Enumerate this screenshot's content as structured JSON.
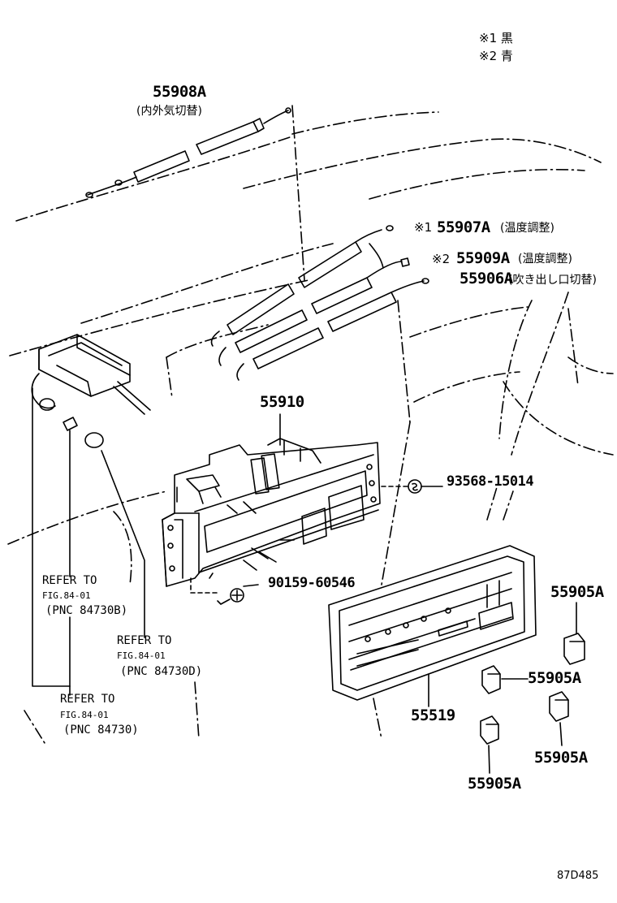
{
  "legend": {
    "mark1": "※1 黒",
    "mark2": "※2 青"
  },
  "parts": {
    "p55908A": {
      "number": "55908A",
      "note": "(内外気切替)"
    },
    "p55907A": {
      "mark": "※1",
      "number": "55907A",
      "note": "(温度調整)"
    },
    "p55909A": {
      "mark": "※2",
      "number": "55909A",
      "note": "(温度調整)"
    },
    "p55906A": {
      "number": "55906A",
      "note": "(吹き出し口切替)"
    },
    "p55910": {
      "number": "55910"
    },
    "p93568": {
      "number": "93568-15014"
    },
    "p90159": {
      "number": "90159-60546"
    },
    "p55519": {
      "number": "55519"
    },
    "p55905A_1": {
      "number": "55905A"
    },
    "p55905A_2": {
      "number": "55905A"
    },
    "p55905A_3": {
      "number": "55905A"
    },
    "p55905A_4": {
      "number": "55905A"
    }
  },
  "references": [
    {
      "line1": "REFER TO",
      "line2": "FIG.84-01",
      "line3": "(PNC 84730B)"
    },
    {
      "line1": "REFER TO",
      "line2": "FIG.84-01",
      "line3": "(PNC 84730D)"
    },
    {
      "line1": "REFER TO",
      "line2": "FIG.84-01",
      "line3": "(PNC 84730)"
    }
  ],
  "diagram_code": "87D485"
}
